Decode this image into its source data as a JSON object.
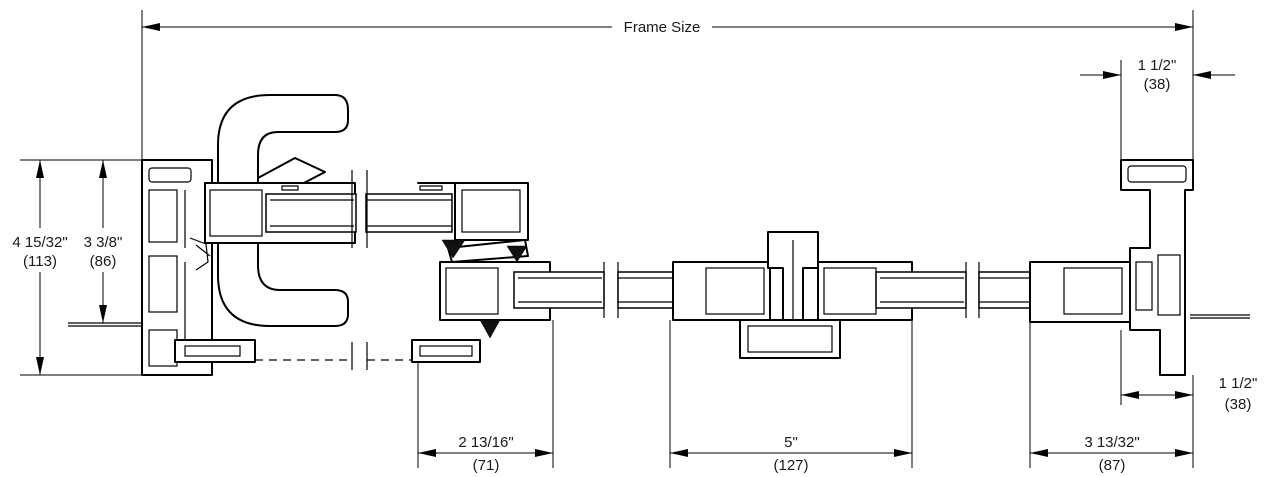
{
  "dimensions": {
    "frame_size": "Frame Size",
    "overall_depth": {
      "imperial": "4 15/32\"",
      "metric": "(113)"
    },
    "frame_depth": {
      "imperial": "3 3/8\"",
      "metric": "(86)"
    },
    "jamb_top": {
      "imperial": "1 1/2\"",
      "metric": "(38)"
    },
    "jamb_bottom": {
      "imperial": "1 1/2\"",
      "metric": "(38)"
    },
    "stile_left": {
      "imperial": "2 13/16\"",
      "metric": "(71)"
    },
    "meeting_rail": {
      "imperial": "5\"",
      "metric": "(127)"
    },
    "stile_right": {
      "imperial": "3 13/32\"",
      "metric": "(87)"
    }
  }
}
